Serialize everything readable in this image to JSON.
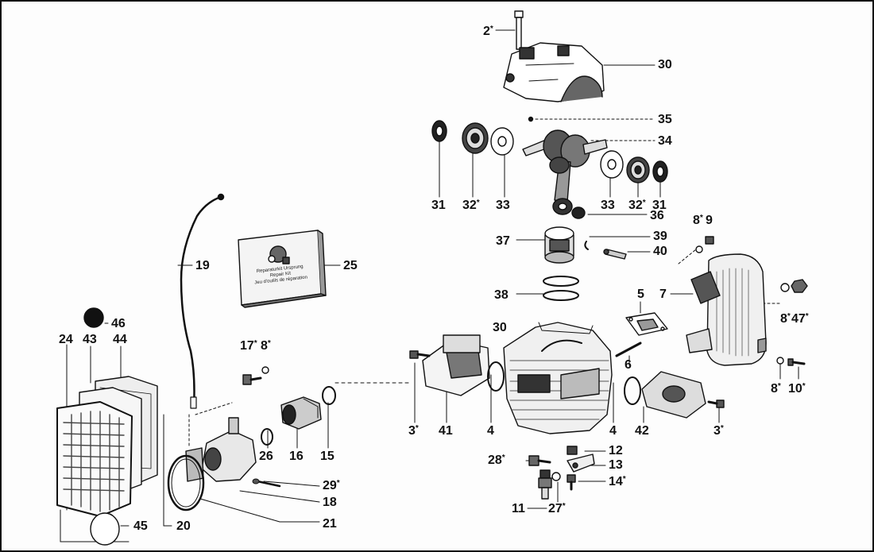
{
  "diagram": {
    "kit_box_lines": [
      "Reparaturkit Ursprung",
      "Repair Kit",
      "Jeu d'outils de réparation"
    ],
    "callouts": [
      {
        "id": "c2",
        "text": "2",
        "sup": "*"
      },
      {
        "id": "c30a",
        "text": "30",
        "sup": ""
      },
      {
        "id": "c35",
        "text": "35",
        "sup": ""
      },
      {
        "id": "c34",
        "text": "34",
        "sup": ""
      },
      {
        "id": "c31a",
        "text": "31",
        "sup": ""
      },
      {
        "id": "c32a",
        "text": "32",
        "sup": "*"
      },
      {
        "id": "c33a",
        "text": "33",
        "sup": ""
      },
      {
        "id": "c33b",
        "text": "33",
        "sup": ""
      },
      {
        "id": "c32b",
        "text": "32",
        "sup": "*"
      },
      {
        "id": "c31b",
        "text": "31",
        "sup": ""
      },
      {
        "id": "c36",
        "text": "36",
        "sup": ""
      },
      {
        "id": "c37",
        "text": "37",
        "sup": ""
      },
      {
        "id": "c39",
        "text": "39",
        "sup": ""
      },
      {
        "id": "c40",
        "text": "40",
        "sup": ""
      },
      {
        "id": "c8a",
        "text": "8",
        "sup": "*"
      },
      {
        "id": "c9",
        "text": "9",
        "sup": ""
      },
      {
        "id": "c19",
        "text": "19",
        "sup": ""
      },
      {
        "id": "c25",
        "text": "25",
        "sup": ""
      },
      {
        "id": "c38",
        "text": "38",
        "sup": ""
      },
      {
        "id": "c7",
        "text": "7",
        "sup": ""
      },
      {
        "id": "c5",
        "text": "5",
        "sup": ""
      },
      {
        "id": "c8b",
        "text": "8",
        "sup": "*"
      },
      {
        "id": "c47",
        "text": "47",
        "sup": "*"
      },
      {
        "id": "c46",
        "text": "46",
        "sup": ""
      },
      {
        "id": "c30b",
        "text": "30",
        "sup": ""
      },
      {
        "id": "c24",
        "text": "24",
        "sup": ""
      },
      {
        "id": "c43",
        "text": "43",
        "sup": ""
      },
      {
        "id": "c44",
        "text": "44",
        "sup": ""
      },
      {
        "id": "c17",
        "text": "17",
        "sup": "*"
      },
      {
        "id": "c8c",
        "text": "8",
        "sup": "*"
      },
      {
        "id": "c6",
        "text": "6",
        "sup": ""
      },
      {
        "id": "c8d",
        "text": "8",
        "sup": "*"
      },
      {
        "id": "c10",
        "text": "10",
        "sup": "*"
      },
      {
        "id": "c3a",
        "text": "3",
        "sup": "*"
      },
      {
        "id": "c41",
        "text": "41",
        "sup": ""
      },
      {
        "id": "c4a",
        "text": "4",
        "sup": ""
      },
      {
        "id": "c4b",
        "text": "4",
        "sup": ""
      },
      {
        "id": "c42",
        "text": "42",
        "sup": ""
      },
      {
        "id": "c3b",
        "text": "3",
        "sup": "*"
      },
      {
        "id": "c26",
        "text": "26",
        "sup": ""
      },
      {
        "id": "c16",
        "text": "16",
        "sup": ""
      },
      {
        "id": "c15",
        "text": "15",
        "sup": ""
      },
      {
        "id": "c12",
        "text": "12",
        "sup": ""
      },
      {
        "id": "c28",
        "text": "28",
        "sup": "*"
      },
      {
        "id": "c13",
        "text": "13",
        "sup": ""
      },
      {
        "id": "c29",
        "text": "29",
        "sup": "*"
      },
      {
        "id": "c14",
        "text": "14",
        "sup": "*"
      },
      {
        "id": "c18",
        "text": "18",
        "sup": ""
      },
      {
        "id": "c11",
        "text": "11",
        "sup": ""
      },
      {
        "id": "c27",
        "text": "27",
        "sup": "*"
      },
      {
        "id": "c45",
        "text": "45",
        "sup": ""
      },
      {
        "id": "c20",
        "text": "20",
        "sup": ""
      },
      {
        "id": "c21",
        "text": "21",
        "sup": ""
      }
    ]
  }
}
